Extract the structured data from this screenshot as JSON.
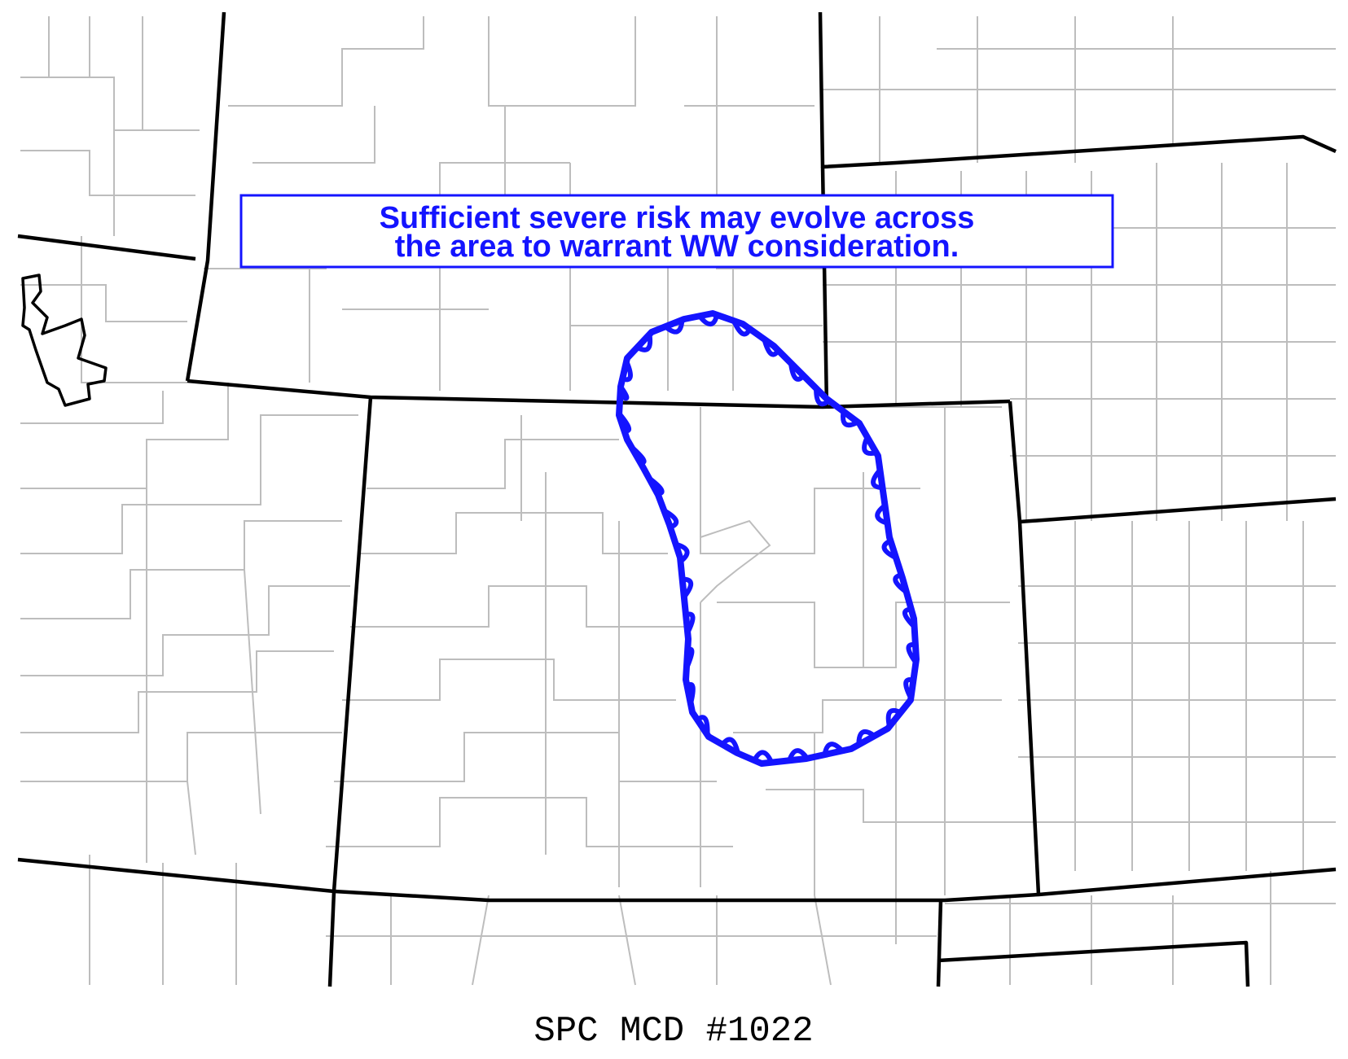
{
  "map": {
    "label": "SPC MCD #1022",
    "annotation_lines": [
      "Sufficient severe risk may evolve across",
      "the area to warrant WW consideration."
    ],
    "colors": {
      "outline": "#1414ff",
      "state_lines": "#000000",
      "county_lines": "#bdbdbd",
      "background": "#ffffff"
    }
  }
}
